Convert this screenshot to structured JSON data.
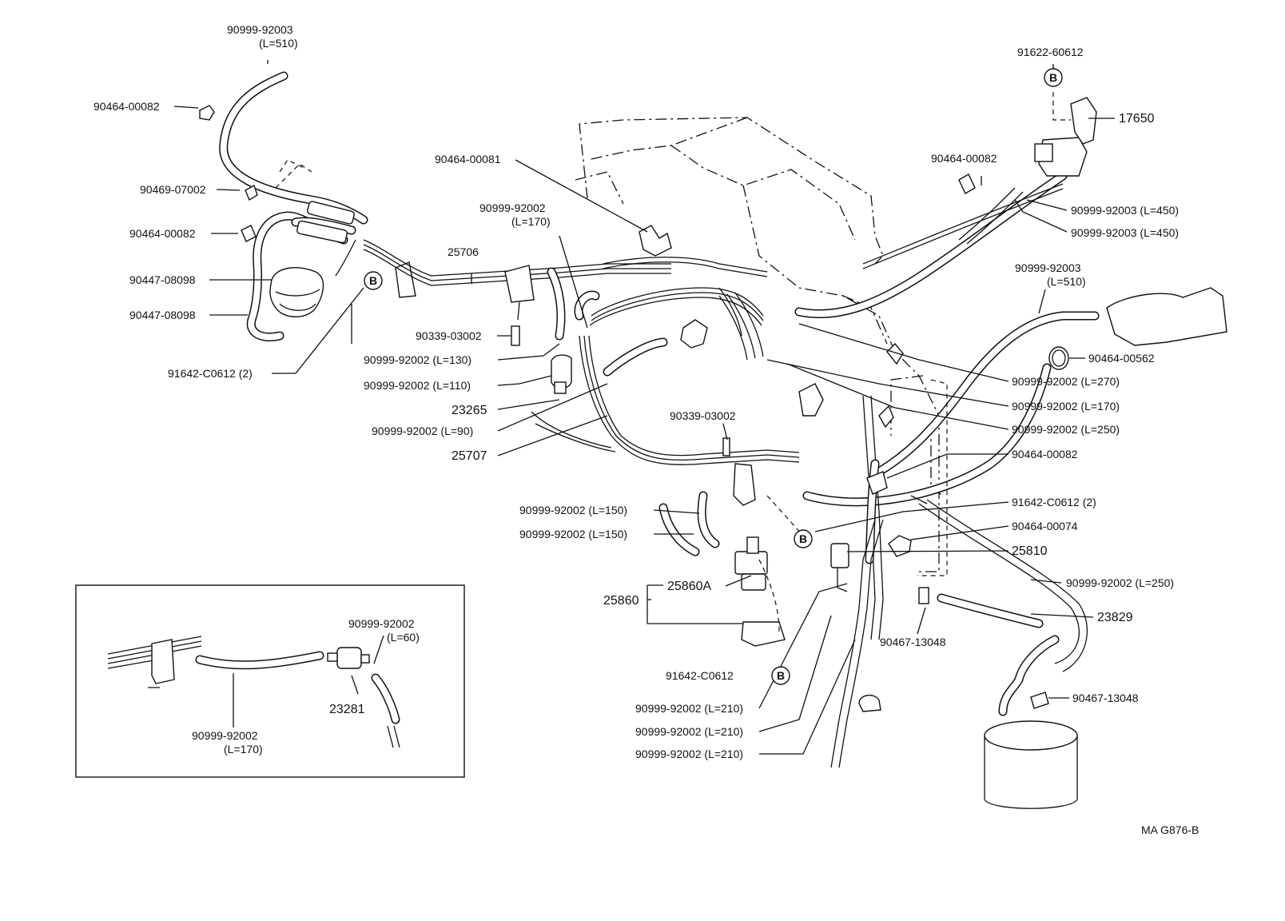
{
  "diagram_code": "MA G876-B",
  "ref_mark": "B",
  "labels": {
    "p01": "90999-92003",
    "p01_len": "(L=510)",
    "p02": "90464-00082",
    "p03": "90469-07002",
    "p04": "90464-00082",
    "p05": "90447-08098",
    "p06": "90447-08098",
    "p07": "91642-C0612 (2)",
    "p08": "90464-00081",
    "p09": "90999-92002",
    "p09_len": "(L=170)",
    "p10": "25706",
    "p11": "90339-03002",
    "p12": "90999-92002 (L=130)",
    "p13": "90999-92002 (L=110)",
    "p14": "23265",
    "p15": "90999-92002 (L=90)",
    "p16": "25707",
    "p17": "90339-03002",
    "p18": "91622-60612",
    "p19": "17650",
    "p20": "90464-00082",
    "p21": "90999-92003 (L=450)",
    "p22": "90999-92003 (L=450)",
    "p23": "90999-92003",
    "p23_len": "(L=510)",
    "p24": "90464-00562",
    "p25": "90999-92002 (L=270)",
    "p26": "90999-92002 (L=170)",
    "p27": "90999-92002 (L=250)",
    "p28": "90464-00082",
    "p29": "91642-C0612 (2)",
    "p30": "90464-00074",
    "p31": "25810",
    "p32": "90999-92002 (L=250)",
    "p33": "23829",
    "p34": "90467-13048",
    "p35": "90467-13048",
    "p36": "90999-92002 (L=150)",
    "p37": "90999-92002 (L=150)",
    "p38": "25860A",
    "p39": "25860",
    "p40": "91642-C0612",
    "p41": "90999-92002 (L=210)",
    "p42": "90999-92002 (L=210)",
    "p43": "90999-92002 (L=210)",
    "inset_hose": "90999-92002",
    "inset_hose_len": "(L=60)",
    "inset_filter": "23281",
    "inset_hose2": "90999-92002",
    "inset_hose2_len": "(L=170)"
  }
}
